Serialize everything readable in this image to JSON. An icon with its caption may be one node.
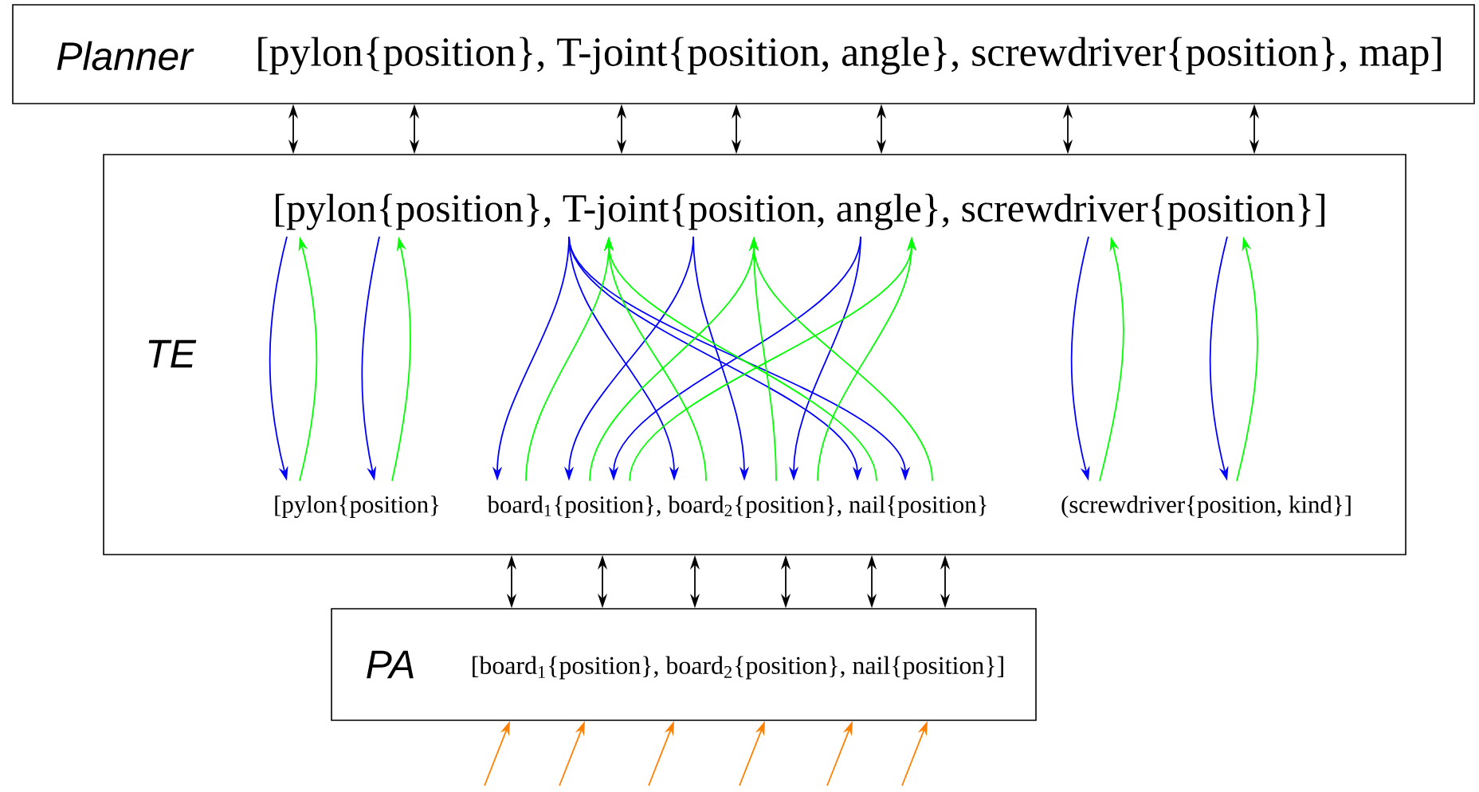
{
  "diagram": {
    "nodes": [
      {
        "text": [
          "Planner",
          "[pylon{position}, T-joint{position, angle}, screwdriver{position}, map]"
        ]
      },
      {
        "text": [
          "TE"
        ]
      },
      {
        "text": [
          "[pylon{position}, T-joint{position, angle}, screwdriver{position}]"
        ],
        "in": 1
      },
      {
        "text": [
          "[pylon{position}"
        ],
        "in": 1
      },
      {
        "text": [
          "board$_{1}${position}, board$_{2}${position}, nail{position}"
        ],
        "in": 1
      },
      {
        "text": [
          "(screwdriver{position, kind}]"
        ],
        "in": 1
      },
      {
        "text": [
          "PA",
          "[board$_{1}${position}, board$_{2}${position}, nail{position}]"
        ]
      }
    ],
    "edges": [
      {
        "from": 0,
        "to": 1,
        "arrow": "both"
      },
      {
        "from": 0,
        "to": 1,
        "arrow": "both"
      },
      {
        "from": 0,
        "to": 1,
        "arrow": "both"
      },
      {
        "from": 0,
        "to": 1,
        "arrow": "both"
      },
      {
        "from": 0,
        "to": 1,
        "arrow": "both"
      },
      {
        "from": 0,
        "to": 1,
        "arrow": "both"
      },
      {
        "from": 0,
        "to": 1,
        "arrow": "both"
      },
      {
        "from": 2,
        "to": 3,
        "arrow": "to",
        "color": "#0000ff"
      },
      {
        "from": 3,
        "to": 2,
        "arrow": "to",
        "color": "#00ff00"
      },
      {
        "from": 2,
        "to": 3,
        "arrow": "to",
        "color": "#0000ff"
      },
      {
        "from": 3,
        "to": 2,
        "arrow": "to",
        "color": "#00ff00"
      },
      {
        "from": 2,
        "to": 4,
        "arrow": "to",
        "color": "#0000ff"
      },
      {
        "from": 2,
        "to": 4,
        "arrow": "to",
        "color": "#0000ff"
      },
      {
        "from": 2,
        "to": 4,
        "arrow": "to",
        "color": "#0000ff"
      },
      {
        "from": 2,
        "to": 4,
        "arrow": "to",
        "color": "#0000ff"
      },
      {
        "from": 2,
        "to": 4,
        "arrow": "to",
        "color": "#0000ff"
      },
      {
        "from": 2,
        "to": 4,
        "arrow": "to",
        "color": "#0000ff"
      },
      {
        "from": 2,
        "to": 4,
        "arrow": "to",
        "color": "#0000ff"
      },
      {
        "from": 2,
        "to": 4,
        "arrow": "to",
        "color": "#0000ff"
      },
      {
        "from": 4,
        "to": 2,
        "arrow": "to",
        "color": "#00ff00"
      },
      {
        "from": 4,
        "to": 2,
        "arrow": "to",
        "color": "#00ff00"
      },
      {
        "from": 4,
        "to": 2,
        "arrow": "to",
        "color": "#00ff00"
      },
      {
        "from": 4,
        "to": 2,
        "arrow": "to",
        "color": "#00ff00"
      },
      {
        "from": 4,
        "to": 2,
        "arrow": "to",
        "color": "#00ff00"
      },
      {
        "from": 4,
        "to": 2,
        "arrow": "to",
        "color": "#00ff00"
      },
      {
        "from": 4,
        "to": 2,
        "arrow": "to",
        "color": "#00ff00"
      },
      {
        "from": 4,
        "to": 2,
        "arrow": "to",
        "color": "#00ff00"
      },
      {
        "from": 2,
        "to": 5,
        "arrow": "to",
        "color": "#0000ff"
      },
      {
        "from": 5,
        "to": 2,
        "arrow": "to",
        "color": "#00ff00"
      },
      {
        "from": 2,
        "to": 5,
        "arrow": "to",
        "color": "#0000ff"
      },
      {
        "from": 5,
        "to": 2,
        "arrow": "to",
        "color": "#00ff00"
      },
      {
        "from": 1,
        "to": 6,
        "arrow": "both"
      },
      {
        "from": 1,
        "to": 6,
        "arrow": "both"
      },
      {
        "from": 1,
        "to": 6,
        "arrow": "both"
      },
      {
        "from": 1,
        "to": 6,
        "arrow": "both"
      },
      {
        "from": 1,
        "to": 6,
        "arrow": "both"
      },
      {
        "from": 1,
        "to": 6,
        "arrow": "both"
      },
      {
        "from": null,
        "to": 6,
        "arrow": "to",
        "color": "#ff8000"
      },
      {
        "from": null,
        "to": 6,
        "arrow": "to",
        "color": "#ff8000"
      },
      {
        "from": null,
        "to": 6,
        "arrow": "to",
        "color": "#ff8000"
      },
      {
        "from": null,
        "to": 6,
        "arrow": "to",
        "color": "#ff8000"
      },
      {
        "from": null,
        "to": 6,
        "arrow": "to",
        "color": "#ff8000"
      },
      {
        "from": null,
        "to": 6,
        "arrow": "to",
        "color": "#ff8000"
      }
    ]
  }
}
